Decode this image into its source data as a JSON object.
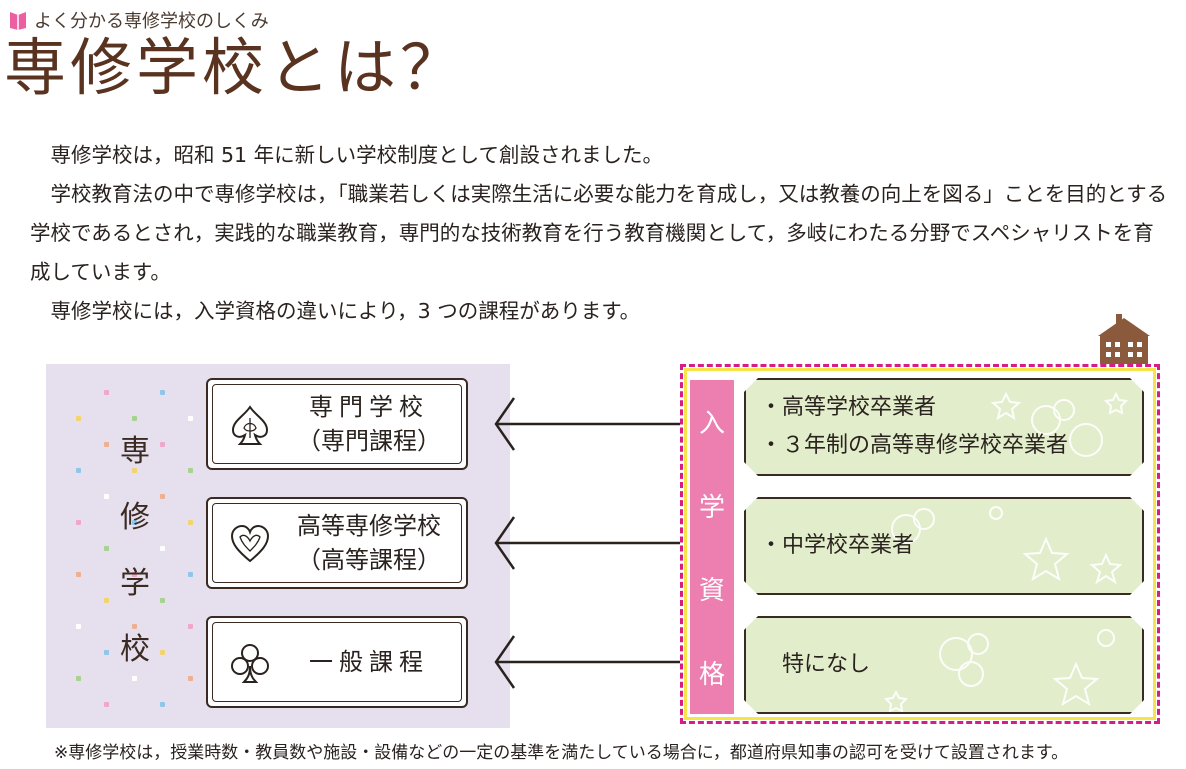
{
  "header": {
    "subtitle": "よく分かる専修学校のしくみ",
    "title": "専修学校とは？"
  },
  "intro": {
    "paragraphs": [
      "専修学校は，昭和 51 年に新しい学校制度として創設されました。",
      "学校教育法の中で専修学校は，「職業若しくは実際生活に必要な能力を育成し，又は教養の向上を図る」ことを目的とする学校であるとされ，実践的な職業教育，専門的な技術教育を行う教育機関として，多岐にわたる分野でスペシャリストを育成しています。",
      "専修学校には，入学資格の違いにより，3 つの課程があります。"
    ]
  },
  "diagram": {
    "school_label": [
      "専",
      "修",
      "学",
      "校"
    ],
    "courses": [
      {
        "icon": "spade-icon",
        "line1": "専門学校",
        "line2": "（専門課程）"
      },
      {
        "icon": "heart-icon",
        "line1": "高等専修学校",
        "line2": "（高等課程）"
      },
      {
        "icon": "club-icon",
        "line1": "一般課程",
        "line2": ""
      }
    ],
    "requirement_label": [
      "入",
      "学",
      "資",
      "格"
    ],
    "requirements": [
      {
        "items": [
          "・高等学校卒業者",
          "・３年制の高等専修学校卒業者"
        ]
      },
      {
        "items": [
          "・中学校卒業者"
        ]
      },
      {
        "items": [
          "特になし"
        ]
      }
    ],
    "colors": {
      "panel_bg": "#e6e0ee",
      "band": "#ec7fb0",
      "req_box": "#e2edcb",
      "dash": "#d61c8a",
      "dash_outline": "#f5e44a",
      "title": "#5a3320"
    }
  },
  "footnote": "※専修学校は，授業時数・教員数や施設・設備などの一定の基準を満たしている場合に，都道府県知事の認可を受けて設置されます。"
}
